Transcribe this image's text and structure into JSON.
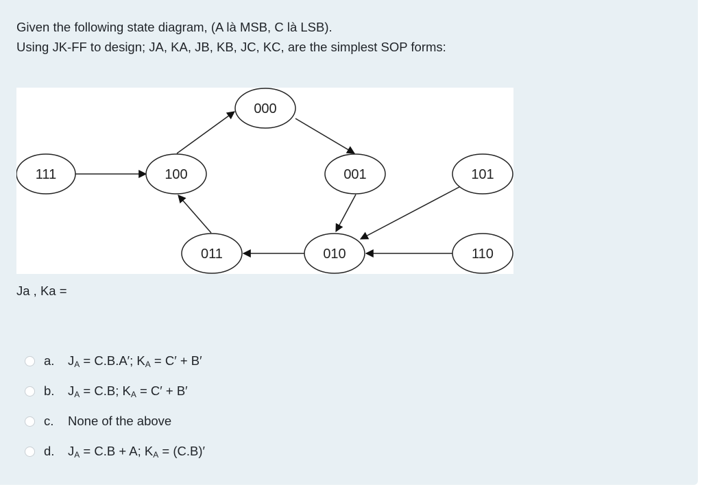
{
  "question": {
    "line1": "Given the following state diagram, (A là MSB, C là LSB).",
    "line2": "Using JK-FF to design; JA, KA, JB, KB, JC, KC,  are the simplest SOP forms:"
  },
  "diagram": {
    "states": [
      "000",
      "111",
      "100",
      "001",
      "101",
      "011",
      "010",
      "110"
    ]
  },
  "prompt": "Ja ,  Ka =",
  "options": [
    {
      "letter": "a.",
      "j": "J",
      "j_sub": "A",
      "j_expr": " = C.B.A′; ",
      "k": "K",
      "k_sub": "A",
      "k_expr": " = C′ + B′"
    },
    {
      "letter": "b.",
      "j": "J",
      "j_sub": "A",
      "j_expr": " = C.B; ",
      "k": "K",
      "k_sub": "A",
      "k_expr": " = C′ + B′"
    },
    {
      "letter": "c.",
      "text": "None of the above"
    },
    {
      "letter": "d.",
      "j": "J",
      "j_sub": "A",
      "j_expr": " = C.B + A;  ",
      "k": "K",
      "k_sub": "A",
      "k_expr": " = (C.B)′"
    }
  ]
}
